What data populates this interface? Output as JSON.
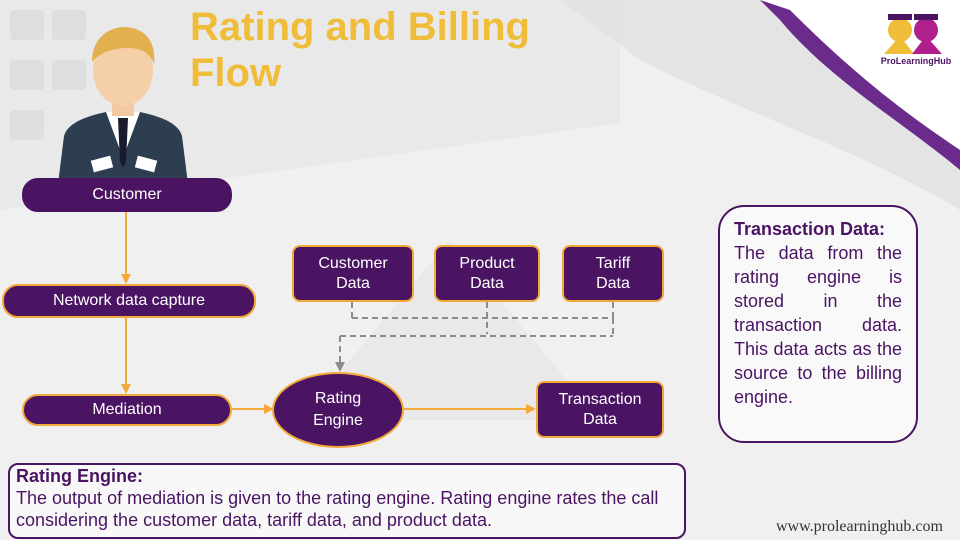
{
  "title": {
    "line1": "Rating and Billing",
    "line2": "Flow"
  },
  "diagram": {
    "customer": "Customer",
    "network_capture": "Network data capture",
    "mediation": "Mediation",
    "customer_data": "Customer\nData",
    "product_data": "Product\nData",
    "tariff_data": "Tariff\nData",
    "rating_engine": "Rating\nEngine",
    "transaction_data": "Transaction\nData"
  },
  "info_right": {
    "heading": "Transaction Data:",
    "body": "The data from the rating engine is stored in the transaction data. This data acts as the source to the billing engine."
  },
  "info_bottom": {
    "heading": "Rating Engine:",
    "body": "The output of mediation is given to the rating engine. Rating engine rates the call considering the customer data, tariff data, and product data."
  },
  "footer": {
    "url": "www.prolearninghub.com"
  },
  "logo": {
    "text": "ProLearningHub"
  },
  "colors": {
    "purple": "#4a1463",
    "orange": "#f3a83a",
    "title": "#f0bd3a",
    "magenta": "#b0208c"
  }
}
